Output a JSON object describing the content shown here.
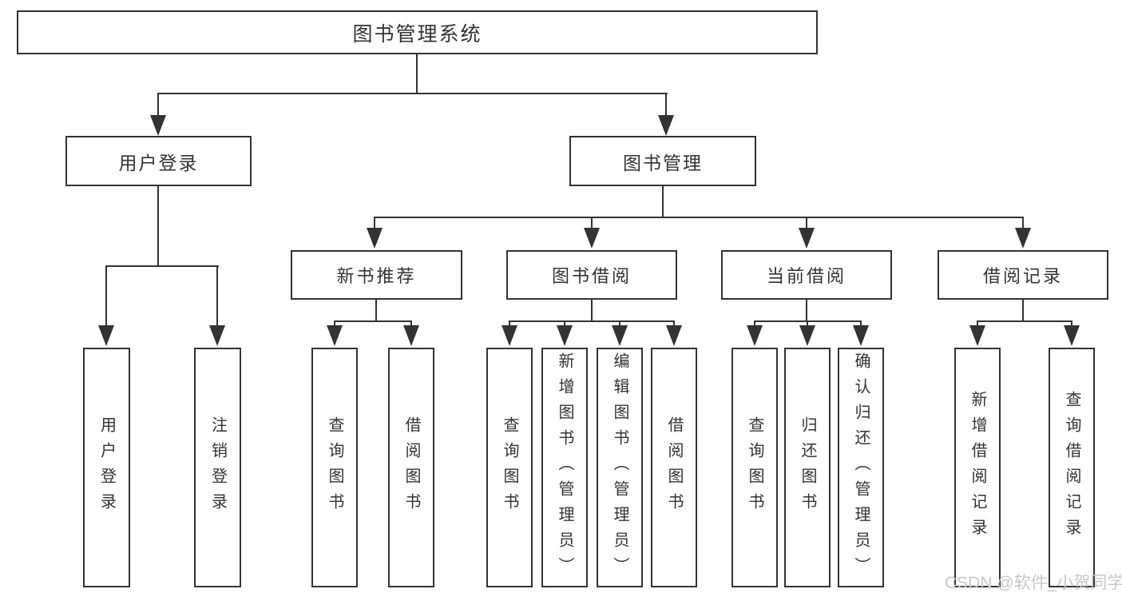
{
  "colors": {
    "line": "#333333",
    "text": "#333333",
    "watermark_text": "#c8c8c8",
    "background": "#ffffff"
  },
  "watermark": {
    "text": "CSDN @软件_小贺同学"
  },
  "tree": {
    "label": "图书管理系统",
    "children": [
      {
        "label": "用户登录",
        "children": [
          {
            "label": "用户登录"
          },
          {
            "label": "注销登录"
          }
        ]
      },
      {
        "label": "图书管理",
        "children": [
          {
            "label": "新书推荐",
            "children": [
              {
                "label": "查询图书"
              },
              {
                "label": "借阅图书"
              }
            ]
          },
          {
            "label": "图书借阅",
            "children": [
              {
                "label": "查询图书"
              },
              {
                "label": "新增图书（管理员）"
              },
              {
                "label": "编辑图书（管理员）"
              },
              {
                "label": "借阅图书"
              }
            ]
          },
          {
            "label": "当前借阅",
            "children": [
              {
                "label": "查询图书"
              },
              {
                "label": "归还图书"
              },
              {
                "label": "确认归还（管理员）"
              }
            ]
          },
          {
            "label": "借阅记录",
            "children": [
              {
                "label": "新增借阅记录"
              },
              {
                "label": "查询借阅记录"
              }
            ]
          }
        ]
      }
    ]
  }
}
